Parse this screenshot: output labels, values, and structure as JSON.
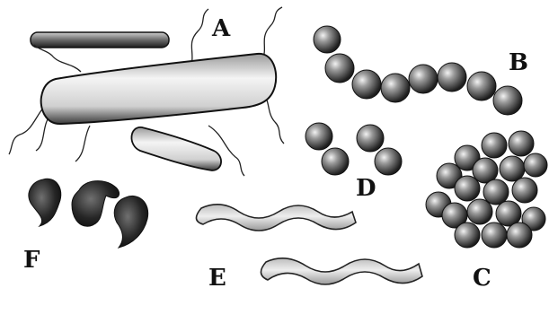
{
  "labels": {
    "a": "A",
    "b": "B",
    "c": "C",
    "d": "D",
    "e": "E",
    "f": "F"
  },
  "colors": {
    "background": "#ffffff",
    "ink": "#111111",
    "cell_light": "#e8e8e8",
    "cell_mid": "#9a9a9a",
    "cell_dark": "#2a2a2a"
  }
}
